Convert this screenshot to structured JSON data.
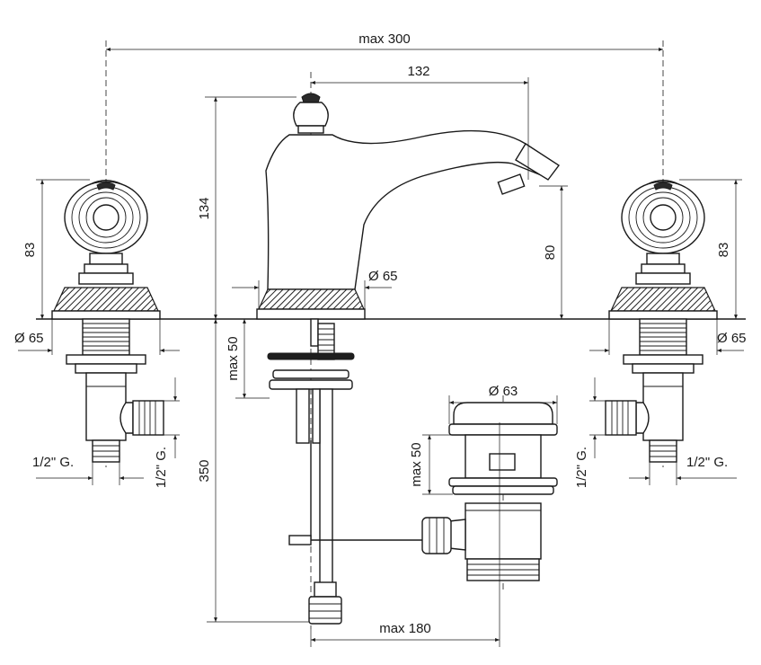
{
  "dimensions": {
    "overall_width": "max 300",
    "spout_reach": "132",
    "spout_height": "134",
    "spout_outlet_height": "80",
    "handle_height_left": "83",
    "handle_height_right": "83",
    "spout_base_diameter": "Ø 65",
    "handle_base_left": "Ø 65",
    "handle_base_right": "Ø 65",
    "deck_thickness": "max 50",
    "drain_diameter": "Ø 63",
    "drain_deck_thickness": "max 50",
    "below_deck_length": "350",
    "rod_length": "max 180",
    "thread_left_horizontal": "1/2\" G.",
    "thread_left_vertical": "1/2\" G.",
    "thread_right_horizontal": "1/2\" G.",
    "thread_right_vertical": "1/2\" G."
  }
}
